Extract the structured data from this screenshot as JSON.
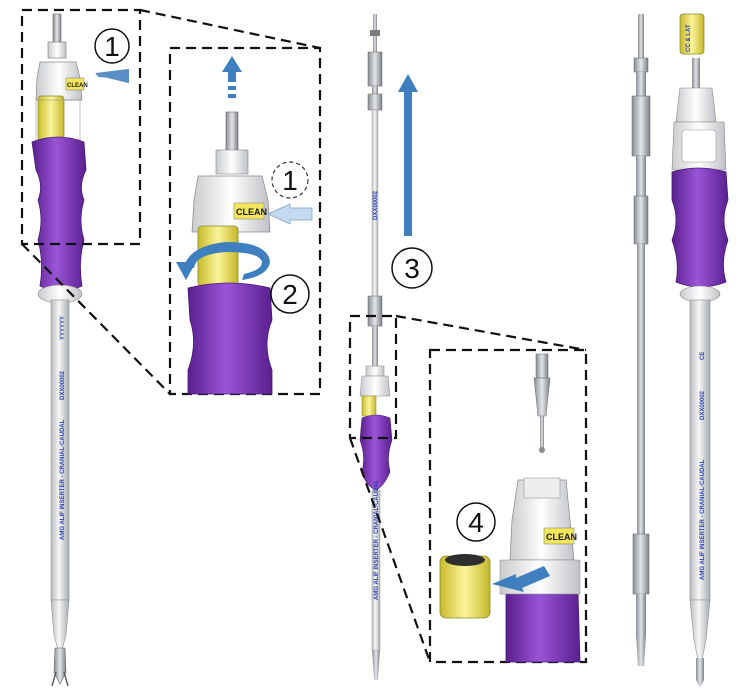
{
  "steps": {
    "one_a": "1",
    "one_b": "1",
    "two": "2",
    "three": "3",
    "four": "4"
  },
  "labels": {
    "clean": "CLEAN",
    "cap": "CC & LAT",
    "ce": "CE",
    "shaft_text": "AMG ALIF INSERTER - CRANIAL-CAUDAL",
    "lot": "DXX00002",
    "yyyy": "YYYYYY"
  },
  "colors": {
    "purple": "#7a33b8",
    "yellow": "#f3e86a",
    "arrow_blue": "#3f7fbf",
    "light_arrow": "#bcd3ea",
    "shaft_text": "#2a3fb0"
  }
}
